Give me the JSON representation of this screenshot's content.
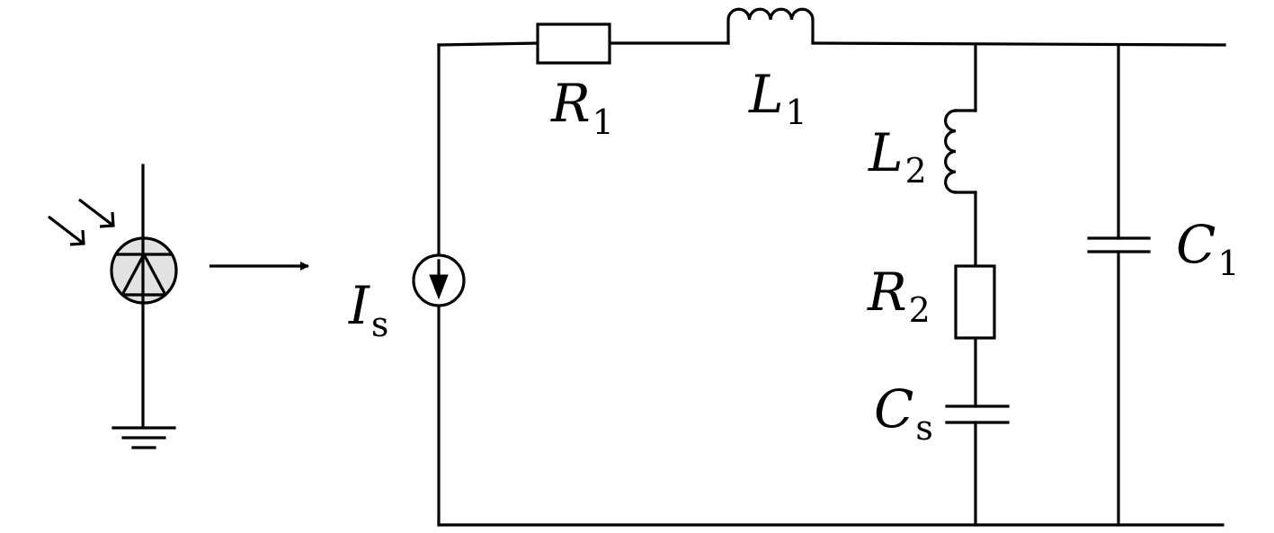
{
  "colors": {
    "stroke": "#000000",
    "background": "#ffffff",
    "photodiode_fill": "#e2e2e2"
  },
  "source": {
    "main": "I",
    "sub": "s"
  },
  "components": {
    "r1": {
      "main": "R",
      "sub": "1"
    },
    "l1": {
      "main": "L",
      "sub": "1"
    },
    "l2": {
      "main": "L",
      "sub": "2"
    },
    "r2": {
      "main": "R",
      "sub": "2"
    },
    "cs": {
      "main": "C",
      "sub": "s"
    },
    "c1": {
      "main": "C",
      "sub": "1"
    }
  },
  "icons": {
    "photodiode": "photodiode-icon",
    "light": "light-arrow-icon",
    "ground": "ground-icon",
    "equivalent": "right-arrow-icon"
  }
}
